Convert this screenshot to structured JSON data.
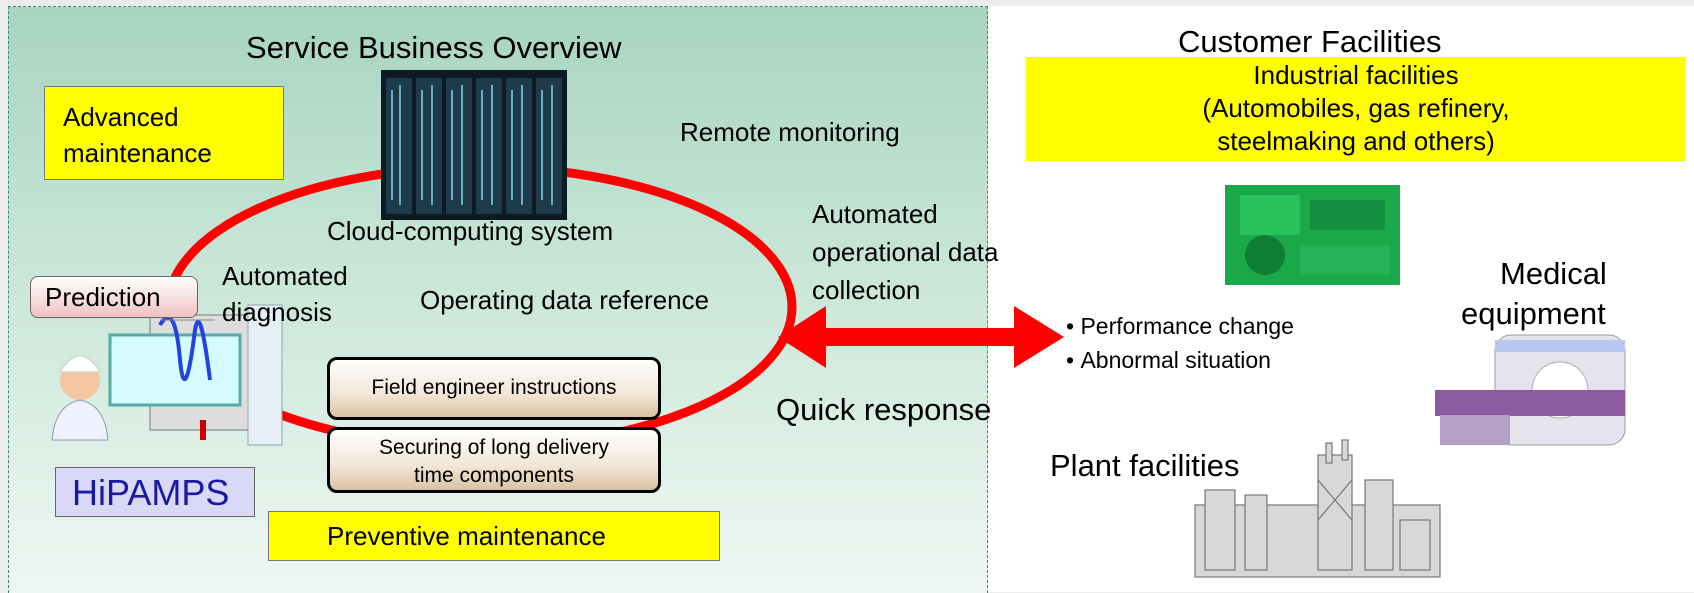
{
  "left": {
    "title": "Service Business Overview",
    "advanced_maintenance": "Advanced maintenance",
    "remote_monitoring": "Remote monitoring",
    "cloud_system": "Cloud-computing system",
    "automated_diagnosis": "Automated diagnosis",
    "operating_data_reference": "Operating data reference",
    "prediction": "Prediction",
    "field_engineer": "Field engineer instructions",
    "securing_components": "Securing of long delivery time components",
    "hipamps": "HiPAMPS",
    "preventive_maintenance": "Preventive maintenance",
    "automated_collection_1": "Automated",
    "automated_collection_2": "operational data",
    "automated_collection_3": "collection",
    "quick_response": "Quick response"
  },
  "right": {
    "title": "Customer Facilities",
    "industrial_1": "Industrial facilities",
    "industrial_2": "(Automobiles, gas refinery,",
    "industrial_3": "steelmaking and others)",
    "bullets": [
      "Performance change",
      "Abnormal situation"
    ],
    "medical_1": "Medical",
    "medical_2": "equipment",
    "plant": "Plant facilities"
  },
  "colors": {
    "ellipse": "#ff0000",
    "highlight": "#ffff00",
    "hipamps_bg": "#d9d9f7",
    "hipamps_text": "#1a1aa0"
  },
  "icons": [
    "server-rack-icon",
    "doctor-computer-icon",
    "generator-icon",
    "medical-scanner-icon",
    "plant-icon",
    "double-arrow-icon"
  ]
}
